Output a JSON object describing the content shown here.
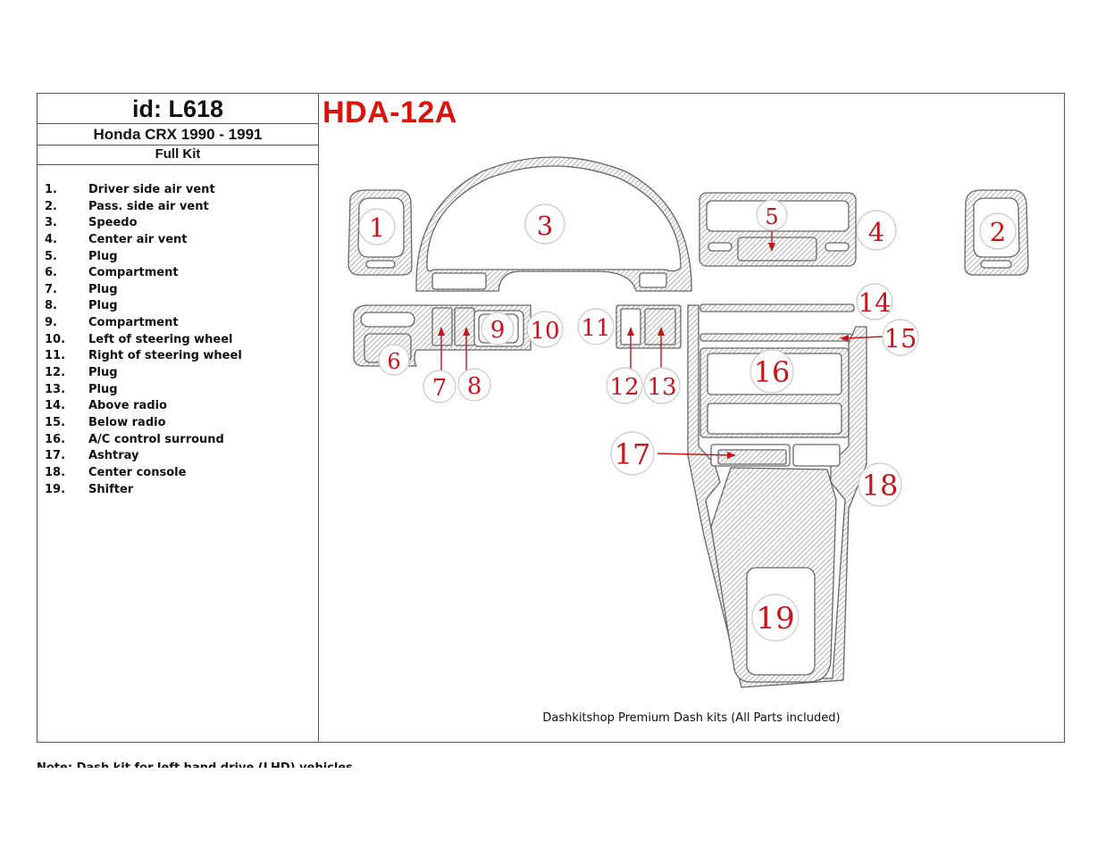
{
  "header": {
    "id": "id: L618",
    "model": "Honda CRX 1990 - 1991",
    "kit": "Full Kit"
  },
  "code": "HDA-12A",
  "parts": [
    {
      "num": "1.",
      "name": "Driver side air vent"
    },
    {
      "num": "2.",
      "name": "Pass. side air vent"
    },
    {
      "num": "3.",
      "name": "Speedo"
    },
    {
      "num": "4.",
      "name": "Center air vent"
    },
    {
      "num": "5.",
      "name": "Plug"
    },
    {
      "num": "6.",
      "name": "Compartment"
    },
    {
      "num": "7.",
      "name": "Plug"
    },
    {
      "num": "8.",
      "name": "Plug"
    },
    {
      "num": "9.",
      "name": "Compartment"
    },
    {
      "num": "10.",
      "name": "Left of steering wheel"
    },
    {
      "num": "11.",
      "name": "Right of steering wheel"
    },
    {
      "num": "12.",
      "name": "Plug"
    },
    {
      "num": "13.",
      "name": "Plug"
    },
    {
      "num": "14.",
      "name": "Above radio"
    },
    {
      "num": "15.",
      "name": "Below radio"
    },
    {
      "num": "16.",
      "name": "A/C control surround"
    },
    {
      "num": "17.",
      "name": "Ashtray"
    },
    {
      "num": "18.",
      "name": "Center console"
    },
    {
      "num": "19.",
      "name": "Shifter"
    }
  ],
  "labels": [
    "1",
    "2",
    "3",
    "4",
    "5",
    "6",
    "7",
    "8",
    "9",
    "10",
    "11",
    "12",
    "13",
    "14",
    "15",
    "16",
    "17",
    "18",
    "19"
  ],
  "caption": "Dashkitshop Premium Dash kits (All Parts included)",
  "footnote": "Note: Dash kit for left hand drive (LHD)  vehicles",
  "colors": {
    "accent": "#d8140d",
    "label": "#c8141b",
    "hatch": "#8a8a8a"
  }
}
